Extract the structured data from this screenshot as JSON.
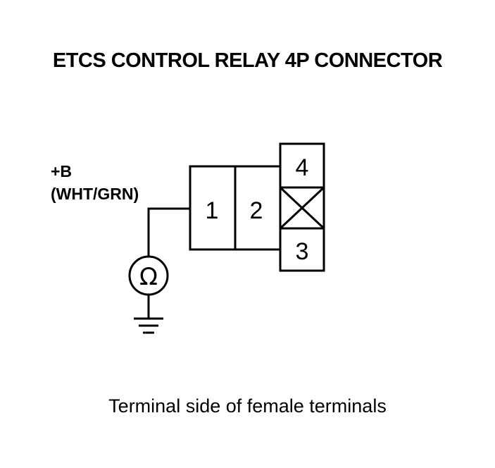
{
  "title": "ETCS CONTROL RELAY 4P CONNECTOR",
  "caption": "Terminal side of female terminals",
  "wire": {
    "supply": "+B",
    "color_code": "(WHT/GRN)"
  },
  "connector": {
    "pins": [
      "1",
      "2",
      "3",
      "4"
    ]
  },
  "meter": {
    "symbol": "Ω"
  }
}
